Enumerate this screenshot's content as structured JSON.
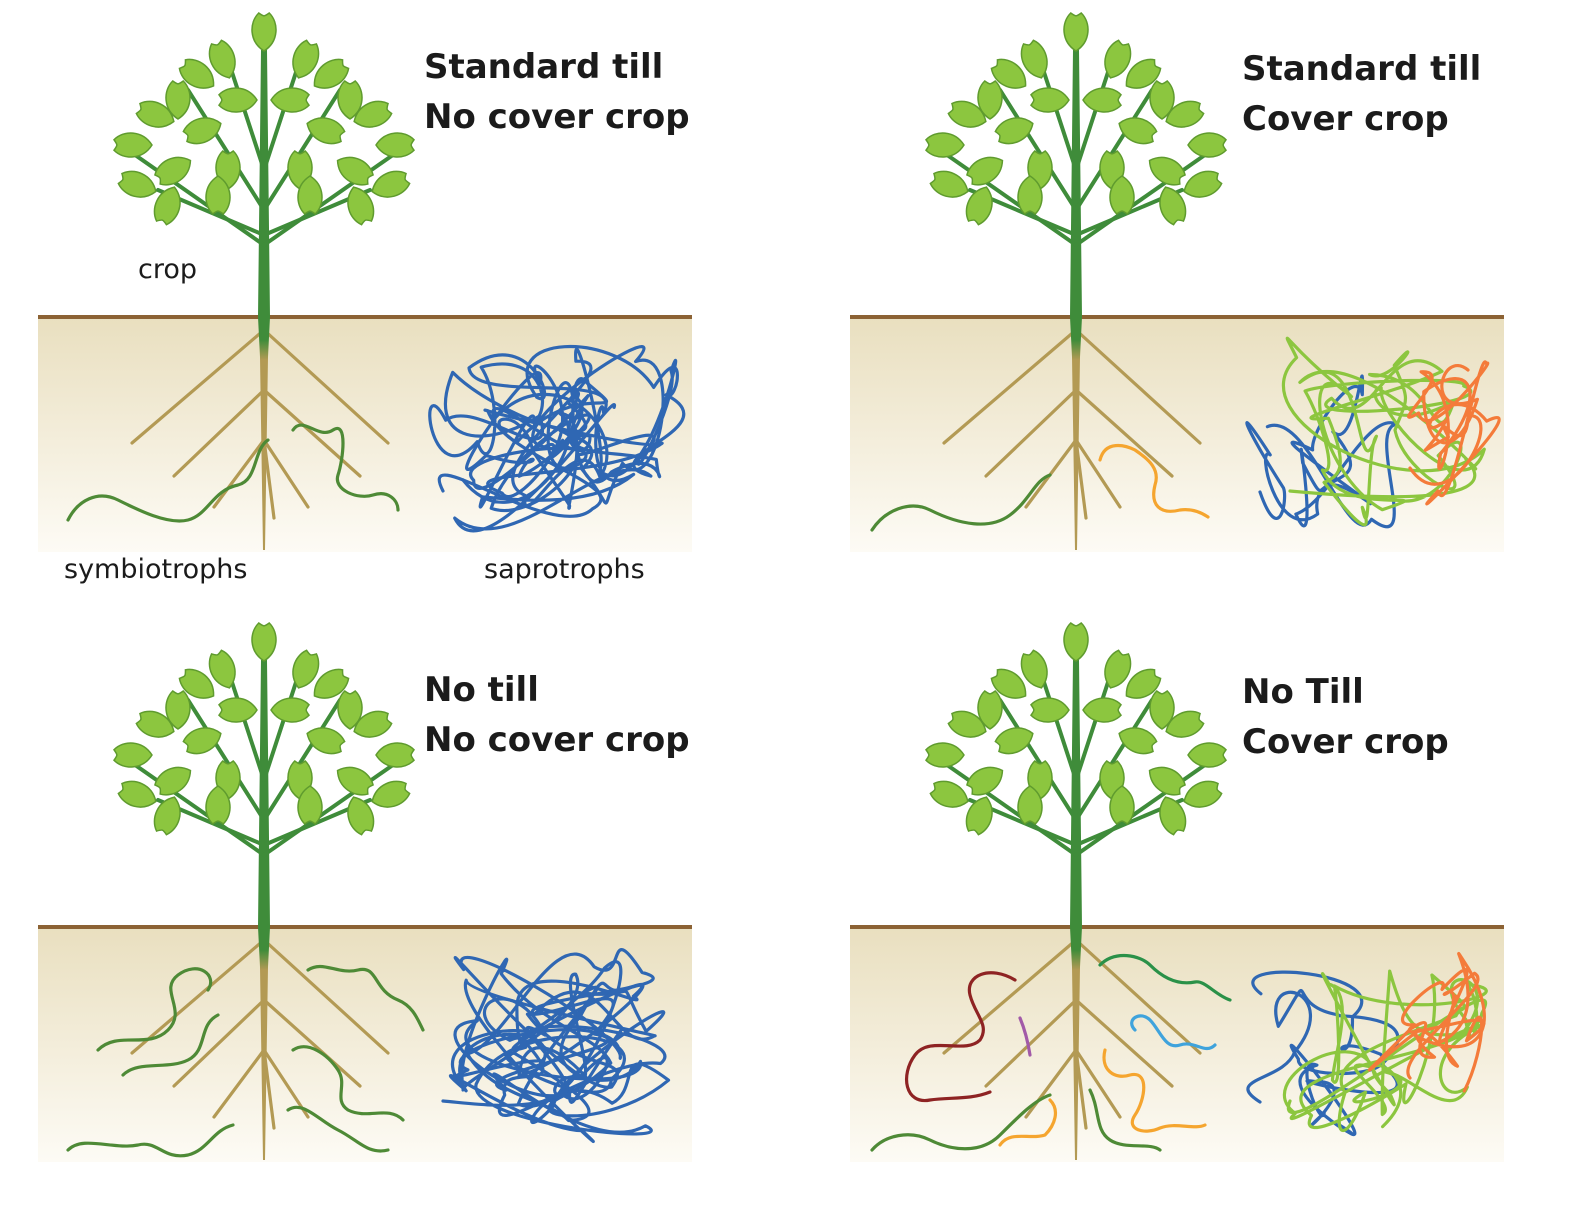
{
  "panels": [
    {
      "id": "p1",
      "title_line1": "Standard till",
      "title_line2": "No cover crop",
      "label_crop": "crop",
      "label_symbiotrophs": "symbiotrophs",
      "label_saprotrophs": "saprotrophs"
    },
    {
      "id": "p2",
      "title_line1": "Standard till",
      "title_line2": "Cover crop"
    },
    {
      "id": "p3",
      "title_line1": "No till",
      "title_line2": "No cover crop"
    },
    {
      "id": "p4",
      "title_line1": "No Till",
      "title_line2": "Cover crop"
    }
  ],
  "colors": {
    "soil_top": "#e9dfbf",
    "soil_bottom": "#fdfbf5",
    "soil_line": "#8c6234",
    "stem": "#3f8c3a",
    "root": "#b39a54",
    "leaf": "#8cc63f",
    "leaf_stroke": "#5f9b2e",
    "saprotroph_blue": "#2f67b3",
    "symbiotroph_green": "#4e8a36",
    "cover_lightgreen": "#8cc63f",
    "cover_orange": "#f47b3a",
    "orange": "#f5a52f",
    "darkred": "#8e2323",
    "purple": "#a25aa8",
    "skyblue": "#3fa3dc",
    "teal": "#2a9148",
    "navy": "#2e4fa0"
  }
}
